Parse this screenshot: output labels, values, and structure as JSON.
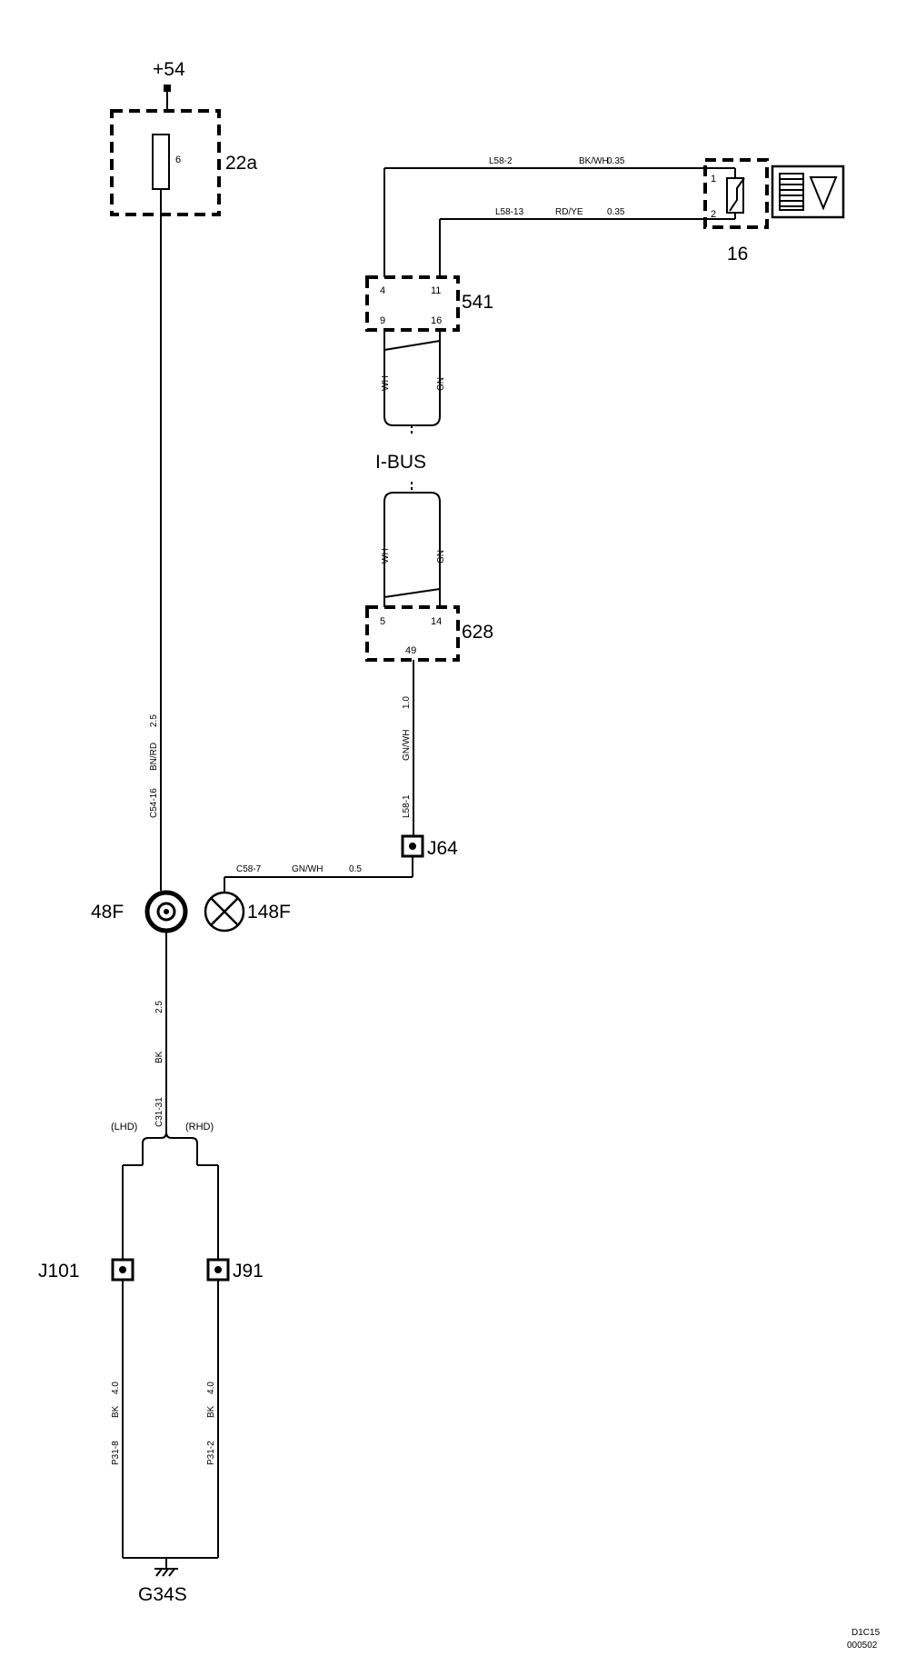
{
  "supply": {
    "label": "+54"
  },
  "fuse": {
    "id": "22a",
    "number": "6"
  },
  "sensor": {
    "id": "16",
    "pin1": "1",
    "pin2": "2"
  },
  "connector_541": {
    "id": "541",
    "pins_top": [
      "4",
      "11"
    ],
    "pins_bottom": [
      "9",
      "16"
    ]
  },
  "connector_628": {
    "id": "628",
    "pins_top": [
      "5",
      "14"
    ],
    "pin_bottom": "49"
  },
  "bus": {
    "label": "I-BUS",
    "wire_a": "WH",
    "wire_b": "GN"
  },
  "wires": {
    "l58_2": {
      "id": "L58-2",
      "color": "BK/WH",
      "size": "0.35"
    },
    "l58_13": {
      "id": "L58-13",
      "color": "RD/YE",
      "size": "0.35"
    },
    "l58_1": {
      "id": "L58-1",
      "color": "GN/WH",
      "size": "1.0"
    },
    "c58_7": {
      "id": "C58-7",
      "color": "GN/WH",
      "size": "0.5"
    },
    "c54_16": {
      "id": "C54-16",
      "color": "BN/RD",
      "size": "2.5"
    },
    "c31_31": {
      "id": "C31-31",
      "color": "BK",
      "size": "2.5"
    },
    "p31_8": {
      "id": "P31-8",
      "color": "BK",
      "size": "4.0"
    },
    "p31_2": {
      "id": "P31-2",
      "color": "BK",
      "size": "4.0"
    }
  },
  "splices": {
    "j64": "J64",
    "j101": "J101",
    "j91": "J91"
  },
  "components": {
    "f48": "48F",
    "f148": "148F"
  },
  "variants": {
    "lhd": "(LHD)",
    "rhd": "(RHD)"
  },
  "ground": {
    "id": "G34S"
  },
  "reference": {
    "line1": "D1C15",
    "line2": "000502"
  }
}
